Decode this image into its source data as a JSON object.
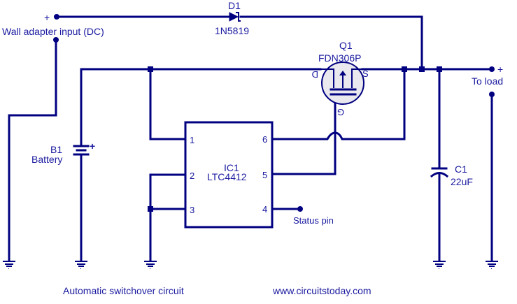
{
  "title": "Automatic switchover circuit",
  "website": "www.circuitstoday.com",
  "colors": {
    "wire": "#000080",
    "text": "#1a1aa0",
    "background": "#ffffff",
    "mosfet_fill": "#e8e8ee"
  },
  "terminals": {
    "wall_adapter": {
      "label": "Wall adapter input (DC)",
      "polarity": "+"
    },
    "load": {
      "label": "To load",
      "polarity": "+"
    }
  },
  "components": {
    "diode": {
      "ref": "D1",
      "part": "1N5819",
      "type": "schottky-diode"
    },
    "mosfet": {
      "ref": "Q1",
      "part": "FDN306P",
      "type": "p-channel-mosfet",
      "pins": {
        "drain": "D",
        "source": "S",
        "gate": "G"
      }
    },
    "battery": {
      "ref": "B1",
      "name": "Battery",
      "polarity": "+"
    },
    "ic": {
      "ref": "IC1",
      "part": "LTC4412",
      "pins_left": [
        "1",
        "2",
        "3"
      ],
      "pins_right": [
        "6",
        "5",
        "4"
      ]
    },
    "capacitor": {
      "ref": "C1",
      "value": "22uF",
      "type": "polarized-capacitor"
    }
  },
  "status_pin": {
    "label": "Status pin"
  }
}
